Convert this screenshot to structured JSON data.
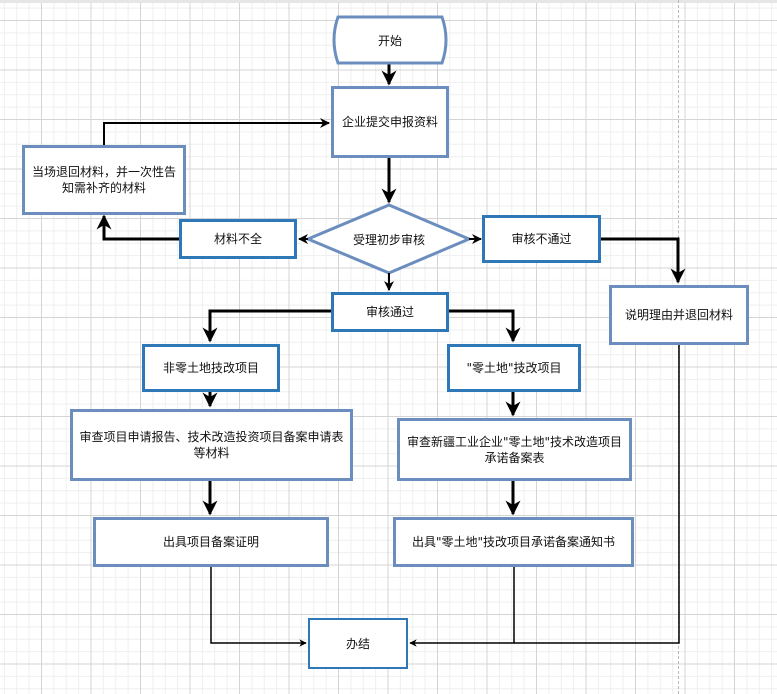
{
  "diagram": {
    "type": "flowchart",
    "colors": {
      "node_border": "#6c8ebf",
      "node_border_strong": "#2f78b8",
      "connector": "#000000",
      "grid_major": "#d4d4d4",
      "grid_minor": "#efefef"
    },
    "nodes": {
      "start": "开始",
      "submit": "企业提交申报资料",
      "return_onsite": "当场退回材料，并一次性告知需补齐的材料",
      "incomplete": "材料不全",
      "preliminary_review": "受理初步审核",
      "review_failed": "审核不通过",
      "explain_return": "说明理由并退回材料",
      "review_passed": "审核通过",
      "non_zero_land": "非零土地技改项目",
      "zero_land": "\"零土地\"技改项目",
      "review_application": "审查项目申请报告、技术改造投资项目备案申请表等材料",
      "review_xinjiang": "审查新疆工业企业\"零土地\"技术改造项目承诺备案表",
      "issue_certificate": "出具项目备案证明",
      "issue_notice": "出具\"零土地\"技改项目承诺备案通知书",
      "complete": "办结"
    },
    "edges": [
      {
        "from": "start",
        "to": "submit"
      },
      {
        "from": "submit",
        "to": "preliminary_review"
      },
      {
        "from": "preliminary_review",
        "to": "incomplete"
      },
      {
        "from": "incomplete",
        "to": "return_onsite"
      },
      {
        "from": "return_onsite",
        "to": "submit"
      },
      {
        "from": "preliminary_review",
        "to": "review_failed"
      },
      {
        "from": "review_failed",
        "to": "explain_return"
      },
      {
        "from": "preliminary_review",
        "to": "review_passed"
      },
      {
        "from": "review_passed",
        "to": "non_zero_land"
      },
      {
        "from": "review_passed",
        "to": "zero_land"
      },
      {
        "from": "non_zero_land",
        "to": "review_application"
      },
      {
        "from": "zero_land",
        "to": "review_xinjiang"
      },
      {
        "from": "review_application",
        "to": "issue_certificate"
      },
      {
        "from": "review_xinjiang",
        "to": "issue_notice"
      },
      {
        "from": "issue_certificate",
        "to": "complete"
      },
      {
        "from": "issue_notice",
        "to": "complete"
      },
      {
        "from": "explain_return",
        "to": "complete"
      }
    ]
  }
}
